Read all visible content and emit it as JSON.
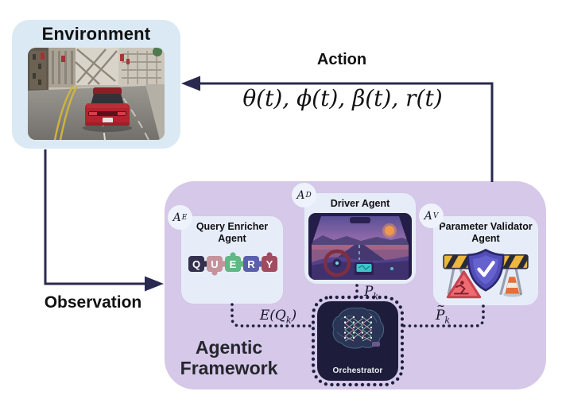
{
  "colors": {
    "env-box": "#dbe9f4",
    "framework-box": "#d5c8e8",
    "agent-box": "#e7edf8",
    "badge-bg": "#eef2fb",
    "orchestrator-bg": "#1d1d3b",
    "line": "#2a2950",
    "dot-line": "#1e1e3e",
    "text": "#111111",
    "puzzle-q": "#33304f",
    "puzzle-u": "#c5939b",
    "puzzle-e": "#5fb985",
    "puzzle-r": "#5a60ae",
    "puzzle-y": "#a14a60"
  },
  "environment": {
    "title": "Environment"
  },
  "action": {
    "label": "Action",
    "formula": "θ(t), ϕ(t), β(t), r(t)"
  },
  "observation": {
    "label": "Observation"
  },
  "framework": {
    "title_line1": "Agentic",
    "title_line2": "Framework",
    "agents": [
      {
        "badge_main": "A",
        "badge_sub": "E",
        "name_line1": "Query Enricher",
        "name_line2": "Agent"
      },
      {
        "badge_main": "A",
        "badge_sub": "D",
        "name_line1": "Driver Agent",
        "name_line2": ""
      },
      {
        "badge_main": "A",
        "badge_sub": "V",
        "name_line1": "Parameter Validator",
        "name_line2": "Agent"
      }
    ],
    "query_letters": [
      "Q",
      "U",
      "E",
      "R",
      "Y"
    ],
    "orchestrator_label": "Orchestrator",
    "connectors": {
      "enricher": {
        "main": "E(Q",
        "sub": "k",
        "close": ")"
      },
      "driver": {
        "main": "P",
        "sub": "k"
      },
      "validator": {
        "tilde": "~",
        "main": "P",
        "sub": "k"
      }
    }
  }
}
